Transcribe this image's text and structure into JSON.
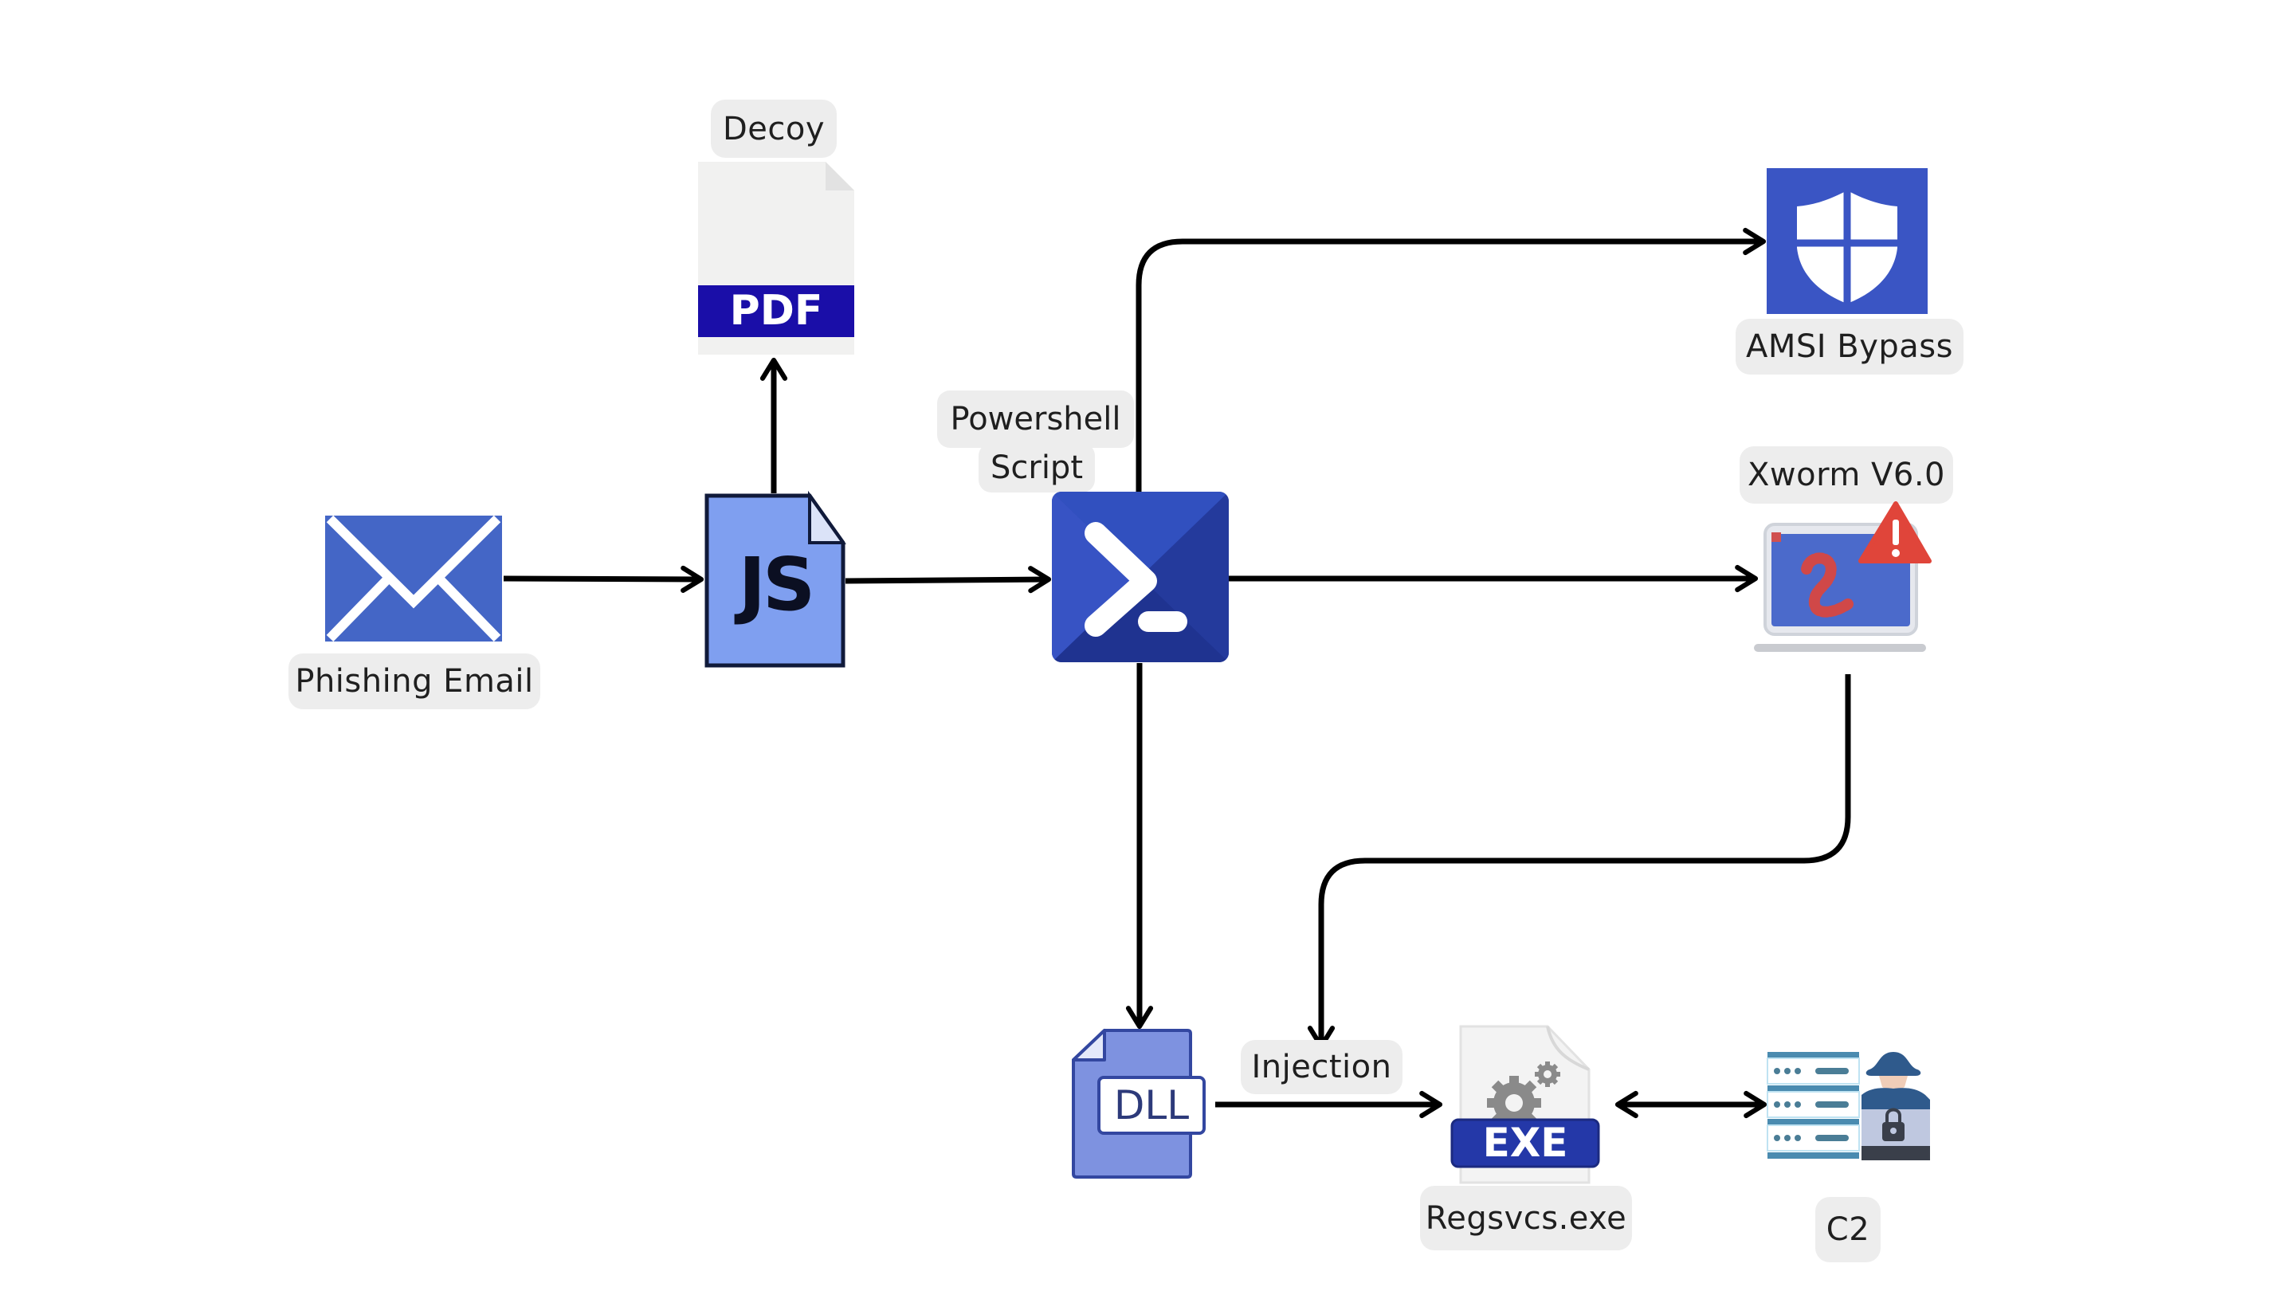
{
  "diagram": {
    "title": "",
    "nodes": {
      "phishing_email": {
        "label": "Phishing Email",
        "icon": "envelope-icon"
      },
      "js_file": {
        "label": "JS",
        "icon": "js-file-icon"
      },
      "decoy": {
        "label": "Decoy",
        "icon": "pdf-file-icon",
        "badge": "PDF"
      },
      "powershell": {
        "label_line1": "Powershell",
        "label_line2": "Script",
        "icon": "powershell-icon"
      },
      "amsi": {
        "label": "AMSI Bypass",
        "icon": "shield-icon"
      },
      "xworm": {
        "label": "Xworm V6.0",
        "icon": "infected-laptop-icon"
      },
      "dll": {
        "label": "DLL",
        "icon": "dll-file-icon"
      },
      "injection": {
        "label": "Injection"
      },
      "regsvcs": {
        "label": "Regsvcs.exe",
        "icon": "exe-file-icon",
        "badge": "EXE"
      },
      "c2": {
        "label": "C2",
        "icon": "c2-server-hacker-icon"
      }
    },
    "edges": [
      {
        "from": "Phishing Email",
        "to": "JS",
        "type": "arrow"
      },
      {
        "from": "JS",
        "to": "Decoy PDF",
        "type": "arrow"
      },
      {
        "from": "JS",
        "to": "Powershell Script",
        "type": "arrow"
      },
      {
        "from": "Powershell Script",
        "to": "AMSI Bypass",
        "type": "arrow"
      },
      {
        "from": "Powershell Script",
        "to": "Xworm V6.0",
        "type": "arrow"
      },
      {
        "from": "Powershell Script",
        "to": "DLL",
        "type": "arrow"
      },
      {
        "from": "Xworm V6.0",
        "to": "Injection",
        "type": "arrow"
      },
      {
        "from": "DLL",
        "to": "Regsvcs.exe",
        "type": "arrow"
      },
      {
        "from": "Regsvcs.exe",
        "to": "C2",
        "type": "bidirectional"
      }
    ],
    "colors": {
      "envelope": "#4466c6",
      "js_file": "#7f9ff0",
      "pdf_banner": "#1a0ea8",
      "powershell": "#2c45b0",
      "shield_bg": "#3a55c4",
      "warning": "#e0453a",
      "dll_file": "#7e92e0",
      "exe_banner": "#2438a8",
      "label_bg": "#ededed",
      "connector": "#000000"
    }
  }
}
